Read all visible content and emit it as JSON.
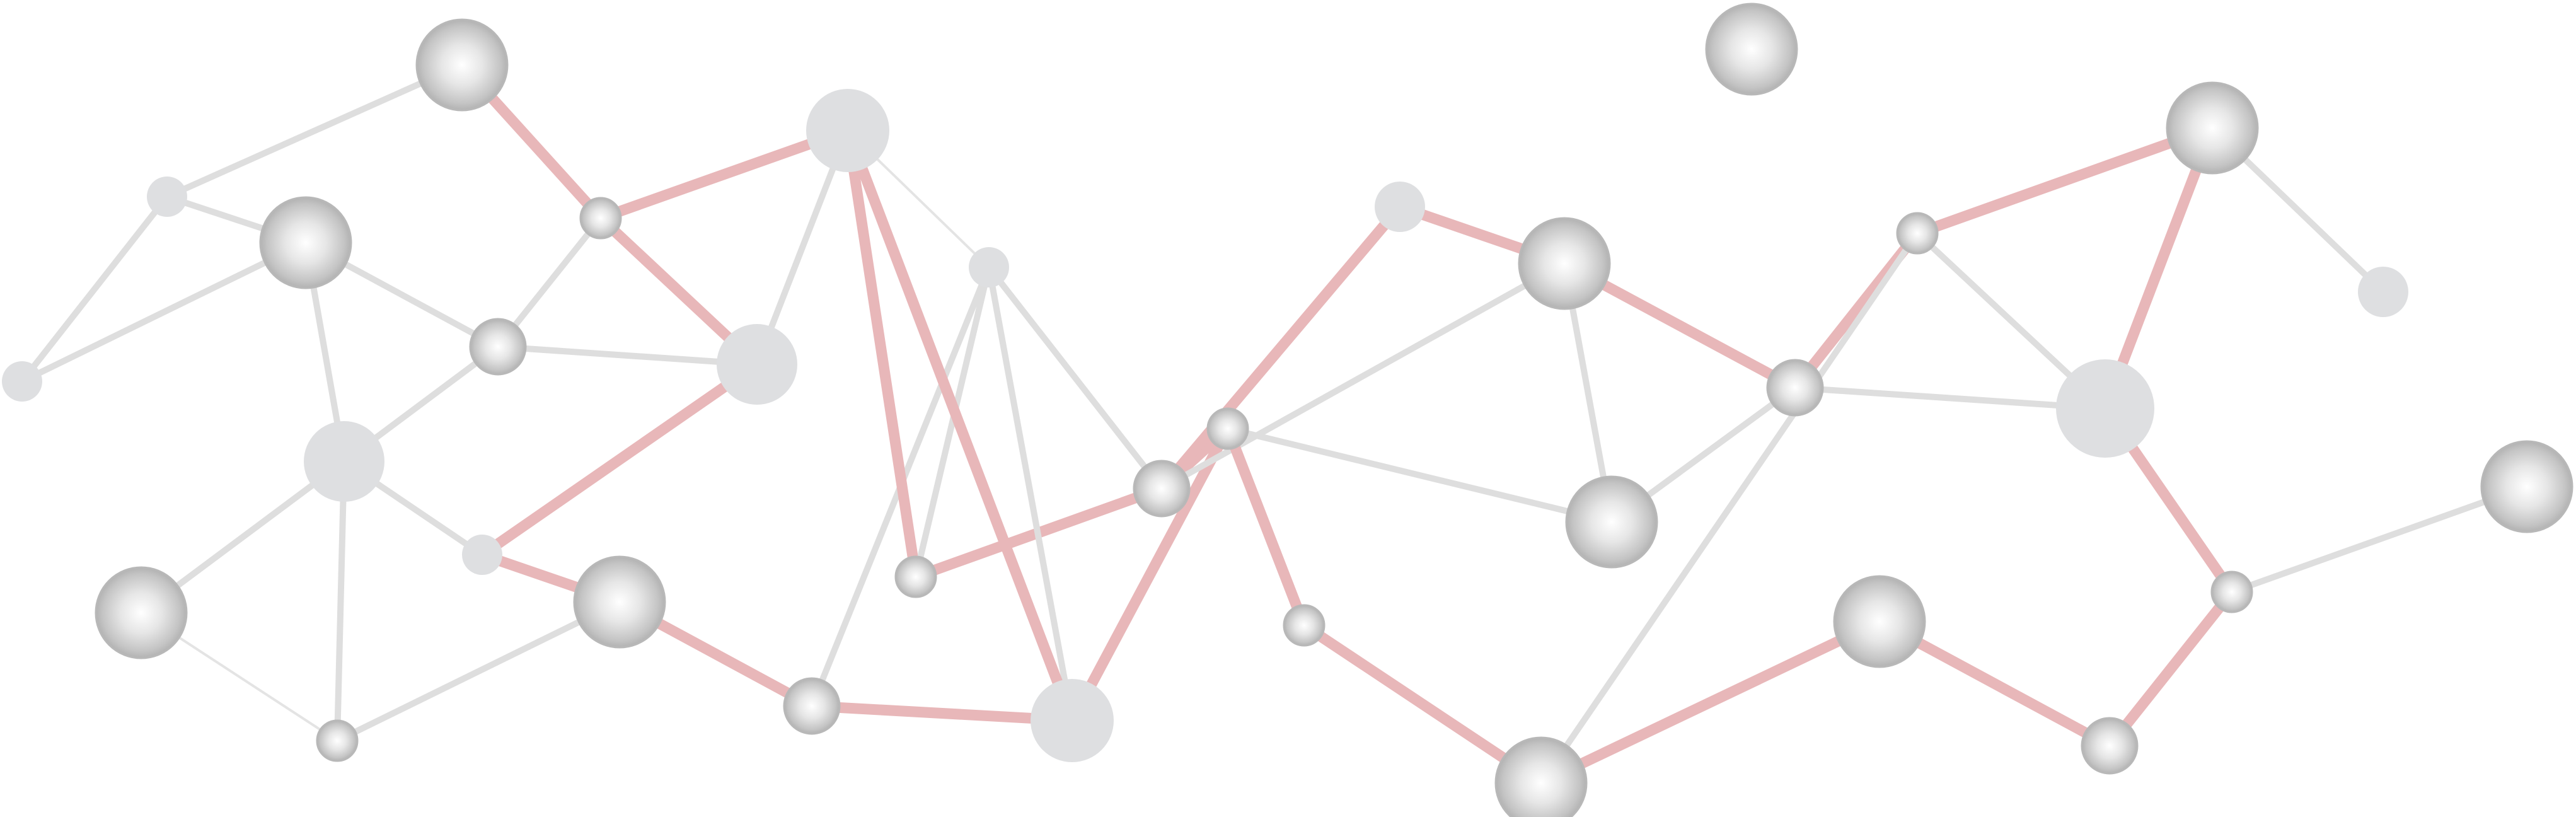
{
  "colors": {
    "background": "#ffffff",
    "edge_gray": "#dedede",
    "edge_thin": "#e4e4e4",
    "edge_pink": "#e8b7b9",
    "node_flat": "#dedfe1",
    "node_sphere_light": "#ffffff",
    "node_sphere_mid": "#dcdcdc",
    "node_sphere_dark": "#b2b2b2"
  },
  "nodes": [
    {
      "id": "n1",
      "style": "sphere",
      "size": "large"
    },
    {
      "id": "n2",
      "style": "flat",
      "size": "small"
    },
    {
      "id": "n3",
      "style": "sphere",
      "size": "large"
    },
    {
      "id": "n4",
      "style": "sphere",
      "size": "small"
    },
    {
      "id": "n5",
      "style": "flat",
      "size": "small"
    },
    {
      "id": "n6",
      "style": "sphere",
      "size": "medium"
    },
    {
      "id": "n7",
      "style": "flat",
      "size": "large"
    },
    {
      "id": "n8",
      "style": "flat",
      "size": "large"
    },
    {
      "id": "n9",
      "style": "flat",
      "size": "small"
    },
    {
      "id": "n10",
      "style": "sphere",
      "size": "large"
    },
    {
      "id": "n11",
      "style": "sphere",
      "size": "small"
    },
    {
      "id": "n12",
      "style": "sphere",
      "size": "large"
    },
    {
      "id": "n13",
      "style": "sphere",
      "size": "medium"
    },
    {
      "id": "n14",
      "style": "flat",
      "size": "large"
    },
    {
      "id": "n15",
      "style": "flat",
      "size": "small"
    },
    {
      "id": "n16",
      "style": "sphere",
      "size": "small"
    },
    {
      "id": "n17",
      "style": "sphere",
      "size": "medium"
    },
    {
      "id": "n18",
      "style": "flat",
      "size": "large"
    },
    {
      "id": "n19",
      "style": "flat",
      "size": "small"
    },
    {
      "id": "n20",
      "style": "sphere",
      "size": "small"
    },
    {
      "id": "n21",
      "style": "sphere",
      "size": "large"
    },
    {
      "id": "n22",
      "style": "sphere",
      "size": "large"
    },
    {
      "id": "n23",
      "style": "sphere",
      "size": "medium"
    },
    {
      "id": "n24",
      "style": "sphere",
      "size": "small"
    },
    {
      "id": "n25",
      "style": "sphere",
      "size": "large"
    },
    {
      "id": "n26",
      "style": "sphere",
      "size": "small"
    },
    {
      "id": "n27",
      "style": "sphere",
      "size": "large"
    },
    {
      "id": "n28",
      "style": "flat",
      "size": "large"
    },
    {
      "id": "n29",
      "style": "sphere",
      "size": "large"
    },
    {
      "id": "n30",
      "style": "sphere",
      "size": "small"
    },
    {
      "id": "n31",
      "style": "sphere",
      "size": "large"
    },
    {
      "id": "n32",
      "style": "sphere",
      "size": "medium"
    },
    {
      "id": "n33",
      "style": "flat",
      "size": "small"
    }
  ],
  "edges": [
    {
      "from": "n1",
      "to": "n2",
      "kind": "gray"
    },
    {
      "from": "n1",
      "to": "n4",
      "kind": "pink"
    },
    {
      "from": "n2",
      "to": "n3",
      "kind": "gray"
    },
    {
      "from": "n2",
      "to": "n5",
      "kind": "gray"
    },
    {
      "from": "n5",
      "to": "n3",
      "kind": "gray"
    },
    {
      "from": "n3",
      "to": "n6",
      "kind": "gray"
    },
    {
      "from": "n3",
      "to": "n7",
      "kind": "gray"
    },
    {
      "from": "n4",
      "to": "n6",
      "kind": "gray"
    },
    {
      "from": "n4",
      "to": "n14",
      "kind": "pink"
    },
    {
      "from": "n4",
      "to": "n8",
      "kind": "pink"
    },
    {
      "from": "n6",
      "to": "n8",
      "kind": "gray"
    },
    {
      "from": "n6",
      "to": "n7",
      "kind": "gray"
    },
    {
      "from": "n7",
      "to": "n9",
      "kind": "gray"
    },
    {
      "from": "n7",
      "to": "n10",
      "kind": "gray"
    },
    {
      "from": "n7",
      "to": "n11",
      "kind": "gray"
    },
    {
      "from": "n8",
      "to": "n9",
      "kind": "pink"
    },
    {
      "from": "n8",
      "to": "n14",
      "kind": "gray"
    },
    {
      "from": "n9",
      "to": "n12",
      "kind": "pink"
    },
    {
      "from": "n10",
      "to": "n11",
      "kind": "thin"
    },
    {
      "from": "n11",
      "to": "n12",
      "kind": "gray"
    },
    {
      "from": "n12",
      "to": "n13",
      "kind": "pink"
    },
    {
      "from": "n13",
      "to": "n15",
      "kind": "gray"
    },
    {
      "from": "n13",
      "to": "n18",
      "kind": "pink"
    },
    {
      "from": "n14",
      "to": "n16",
      "kind": "pink"
    },
    {
      "from": "n16",
      "to": "n17",
      "kind": "pink"
    },
    {
      "from": "n16",
      "to": "n15",
      "kind": "gray"
    },
    {
      "from": "n15",
      "to": "n17",
      "kind": "gray"
    },
    {
      "from": "n15",
      "to": "n18",
      "kind": "gray"
    },
    {
      "from": "n15",
      "to": "n14",
      "kind": "thin"
    },
    {
      "from": "n18",
      "to": "n14",
      "kind": "pink"
    },
    {
      "from": "n18",
      "to": "n20",
      "kind": "pink"
    },
    {
      "from": "n17",
      "to": "n20",
      "kind": "pink"
    },
    {
      "from": "n17",
      "to": "n19",
      "kind": "pink"
    },
    {
      "from": "n17",
      "to": "n21",
      "kind": "gray"
    },
    {
      "from": "n19",
      "to": "n21",
      "kind": "pink"
    },
    {
      "from": "n21",
      "to": "n22",
      "kind": "gray"
    },
    {
      "from": "n21",
      "to": "n23",
      "kind": "pink"
    },
    {
      "from": "n20",
      "to": "n22",
      "kind": "gray"
    },
    {
      "from": "n20",
      "to": "n24",
      "kind": "pink"
    },
    {
      "from": "n22",
      "to": "n23",
      "kind": "gray"
    },
    {
      "from": "n23",
      "to": "n26",
      "kind": "pink"
    },
    {
      "from": "n23",
      "to": "n28",
      "kind": "gray"
    },
    {
      "from": "n24",
      "to": "n25",
      "kind": "pink"
    },
    {
      "from": "n25",
      "to": "n29",
      "kind": "pink"
    },
    {
      "from": "n25",
      "to": "n26",
      "kind": "gray"
    },
    {
      "from": "n26",
      "to": "n27",
      "kind": "pink"
    },
    {
      "from": "n26",
      "to": "n28",
      "kind": "gray"
    },
    {
      "from": "n27",
      "to": "n28",
      "kind": "pink"
    },
    {
      "from": "n27",
      "to": "n33",
      "kind": "gray"
    },
    {
      "from": "n28",
      "to": "n30",
      "kind": "pink"
    },
    {
      "from": "n29",
      "to": "n32",
      "kind": "pink"
    },
    {
      "from": "n32",
      "to": "n30",
      "kind": "pink"
    },
    {
      "from": "n30",
      "to": "n31",
      "kind": "gray"
    }
  ]
}
